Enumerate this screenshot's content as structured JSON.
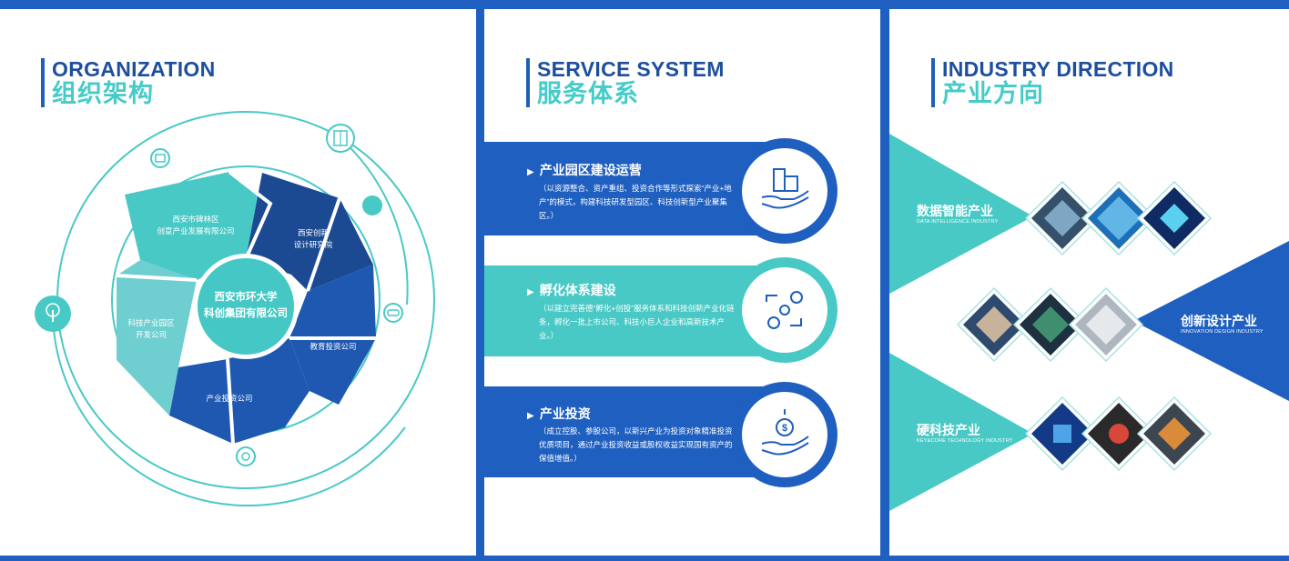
{
  "organization": {
    "title_en": "ORGANIZATION",
    "title_cn": "组织架构",
    "center_line1": "西安市环大学",
    "center_line2": "科创集团有限公司",
    "segments": [
      {
        "line1": "西安市碑林区",
        "line2": "创意产业发展有限公司"
      },
      {
        "line1": "西安创新",
        "line2": "设计研究院"
      },
      {
        "line1": "教育投资公司",
        "line2": ""
      },
      {
        "line1": "产业投资公司",
        "line2": ""
      },
      {
        "line1": "科技产业园区",
        "line2": "开发公司"
      }
    ],
    "colors": {
      "light": "#49c9c6",
      "mid": "#6fcfd0",
      "dark": "#1b4a92",
      "blue": "#1f58b0",
      "navy": "#173f86"
    }
  },
  "service": {
    "title_en": "SERVICE SYSTEM",
    "title_cn": "服务体系",
    "items": [
      {
        "title": "产业园区建设运营",
        "desc": "（以资源整合、资产重组、投资合作等形式探索“产业+地产”的模式，构建科技研发型园区、科技创新型产业聚集区。）",
        "icon": "building-hand-icon",
        "color": "#1f5fbf"
      },
      {
        "title": "孵化体系建设",
        "desc": "（以建立完善德“孵化+创投”服务体系和科技创新产业化链条，孵化一批上市公司、科技小巨人企业和高新技术产业。）",
        "icon": "gears-idea-icon",
        "color": "#48c9c6"
      },
      {
        "title": "产业投资",
        "desc": "（成立控股、参股公司，以新兴产业为投资对象精准投资优质项目，通过产业投资收益或股权收益实现国有资产的保值增值。）",
        "icon": "money-hand-icon",
        "color": "#1f5fbf"
      }
    ]
  },
  "industry": {
    "title_en": "INDUSTRY DIRECTION",
    "title_cn": "产业方向",
    "rows": [
      {
        "cn": "数据智能产业",
        "en": "DATA INTELLIGENCE INDUSTRY"
      },
      {
        "cn": "创新设计产业",
        "en": "INNOVATION DESIGN INDUSTRY"
      },
      {
        "cn": "硬科技产业",
        "en": "KEY&CORE TECHNOLOGY INDUSTRY"
      }
    ]
  }
}
